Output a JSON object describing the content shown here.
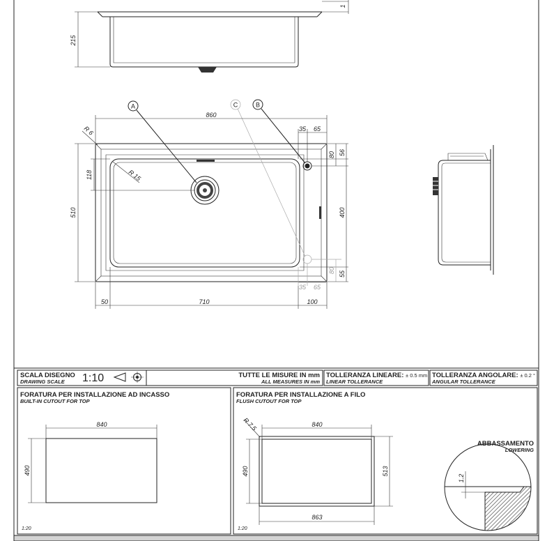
{
  "top_view": {
    "depth_dim": "215",
    "rim_dim": "1"
  },
  "plan_view": {
    "markers": [
      "A",
      "C",
      "B"
    ],
    "width_dim": "860",
    "height_dim": "510",
    "corner_radius": "R 6",
    "bowl_radius": "R 15",
    "drain_offset": "118",
    "tap_dims_top": [
      "35",
      "65"
    ],
    "tap_dims_right_top": [
      "56",
      "80"
    ],
    "bowl_height_dim": "400",
    "right_dims_bottom": [
      "80",
      "55"
    ],
    "bottom_gray_dims": [
      "35",
      "65"
    ],
    "bottom_dims": [
      "50",
      "710",
      "100"
    ]
  },
  "info_bar": {
    "scale_label": "SCALA DISEGNO",
    "scale_label_en": "DRAWING SCALE",
    "scale_value": "1:10",
    "measures_label": "TUTTE LE MISURE IN mm",
    "measures_label_en": "ALL MEASURES IN mm",
    "linear_tol_label": "TOLLERANZA LINEARE:",
    "linear_tol_value": "± 0.5 mm",
    "linear_tol_en": "LINEAR TOLLERANCE",
    "angular_tol_label": "TOLLERANZA ANGOLARE:",
    "angular_tol_value": "± 0.2 °",
    "angular_tol_en": "ANGULAR TOLLERANCE"
  },
  "builtin_cutout": {
    "title": "FORATURA PER INSTALLAZIONE AD INCASSO",
    "title_en": "BUILT-IN CUTOUT FOR TOP",
    "width": "840",
    "height": "490",
    "scale": "1:20"
  },
  "flush_cutout": {
    "title": "FORATURA PER INSTALLAZIONE A FILO",
    "title_en": "FLUSH CUTOUT FOR TOP",
    "radius": "R 7.5",
    "inner_width": "840",
    "inner_height": "490",
    "outer_height": "513",
    "outer_width": "863",
    "scale": "1:20",
    "lowering_title": "ABBASSAMENTO",
    "lowering_title_en": "LOWERING",
    "lowering_value": "1.2"
  }
}
